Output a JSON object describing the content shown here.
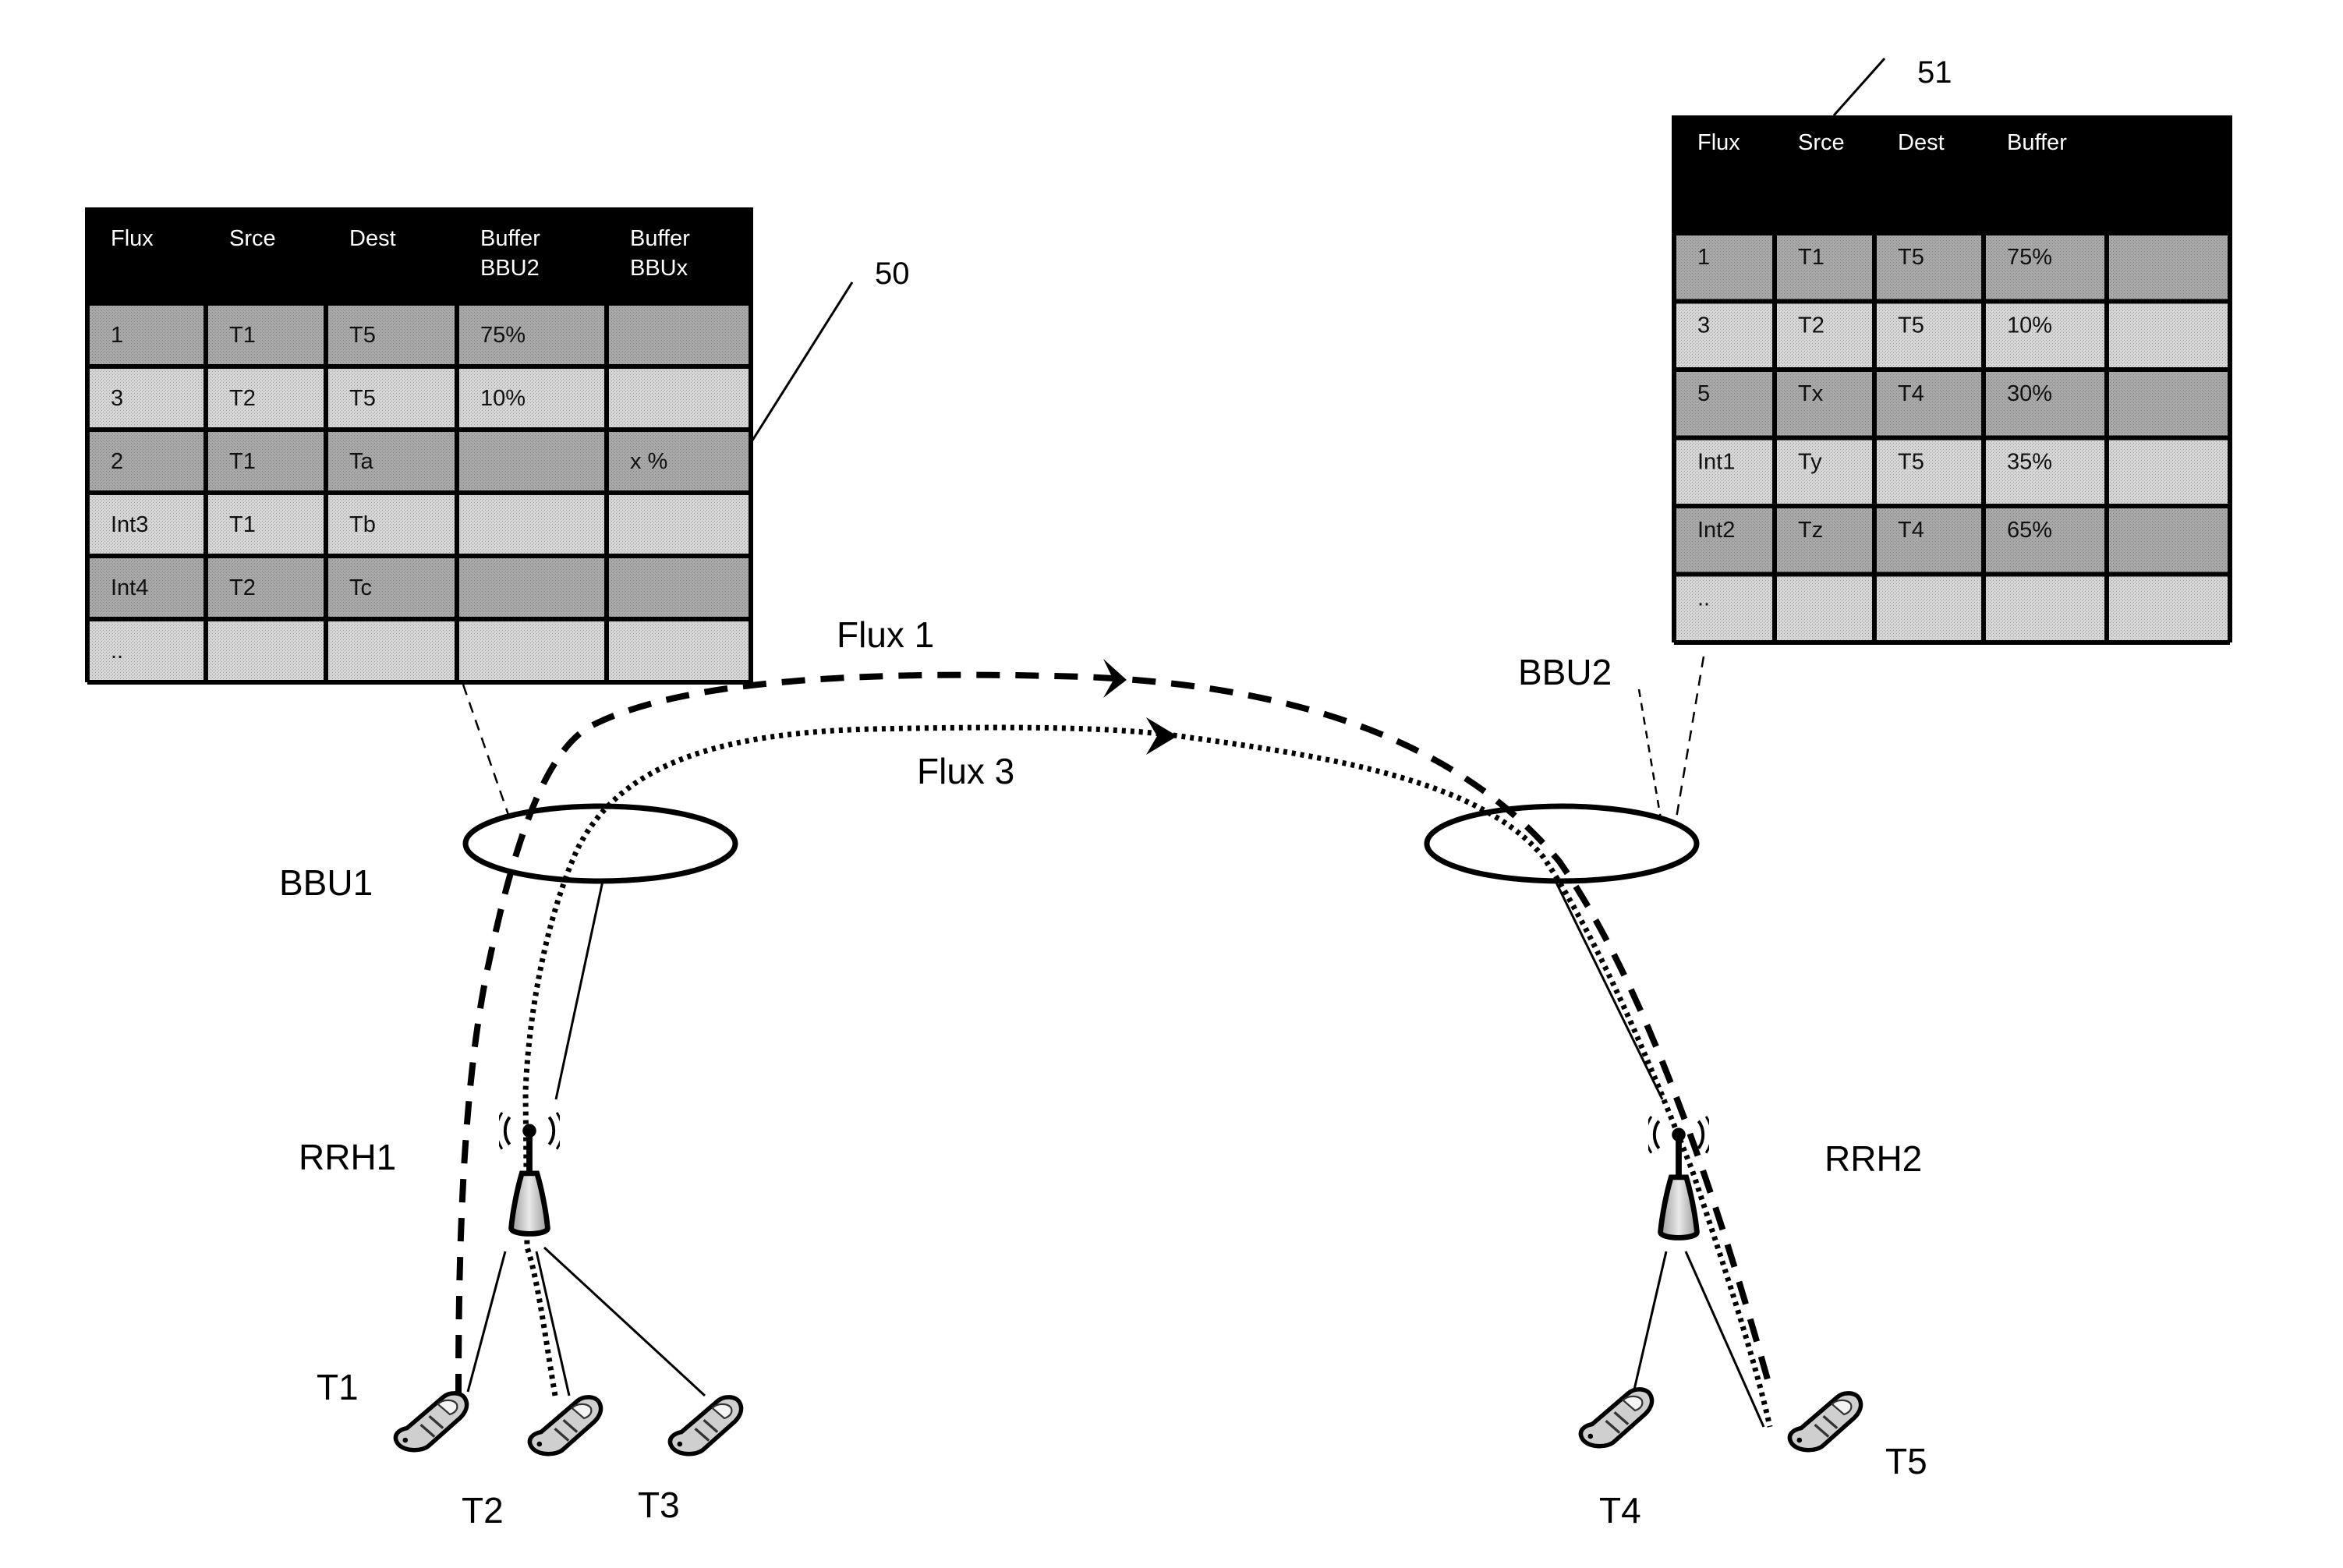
{
  "figure": {
    "nodes": {
      "bbu1": "BBU1",
      "bbu2": "BBU2",
      "rrh1": "RRH1",
      "rrh2": "RRH2",
      "terminals": [
        "T1",
        "T2",
        "T3",
        "T4",
        "T5"
      ]
    },
    "flows": {
      "flux1": "Flux 1",
      "flux3": "Flux 3"
    },
    "reference_numerals": {
      "table_bbu1": "50",
      "table_bbu2": "51"
    },
    "colors": {
      "header_bg": "#000000",
      "header_text": "#ffffff",
      "row_dark": "#a9a9a9",
      "row_light": "#d6d6d6",
      "line": "#000000"
    }
  },
  "table_bbu1": {
    "headers": [
      "Flux",
      "Srce",
      "Dest",
      "Buffer\nBBU2",
      "Buffer\nBBUx"
    ],
    "header_lines": [
      [
        "Flux"
      ],
      [
        "Srce"
      ],
      [
        "Dest"
      ],
      [
        "Buffer",
        "BBU2"
      ],
      [
        "Buffer",
        "BBUx"
      ]
    ],
    "rows": [
      [
        "1",
        "T1",
        "T5",
        "75%",
        ""
      ],
      [
        "3",
        "T2",
        "T5",
        "10%",
        ""
      ],
      [
        "2",
        "T1",
        "Ta",
        "",
        "x %"
      ],
      [
        "Int3",
        "T1",
        "Tb",
        "",
        ""
      ],
      [
        "Int4",
        "T2",
        "Tc",
        "",
        ""
      ],
      [
        "..",
        "",
        "",
        "",
        ""
      ]
    ],
    "row_shades": [
      "dark",
      "light",
      "dark",
      "light",
      "dark",
      "light"
    ]
  },
  "table_bbu2": {
    "headers": [
      "Flux",
      "Srce",
      "Dest",
      "Buffer",
      ""
    ],
    "header_lines": [
      [
        "Flux"
      ],
      [
        "Srce"
      ],
      [
        "Dest"
      ],
      [
        "Buffer"
      ],
      []
    ],
    "rows": [
      [
        "1",
        "T1",
        "T5",
        "75%",
        ""
      ],
      [
        "3",
        "T2",
        "T5",
        "10%",
        ""
      ],
      [
        "5",
        "Tx",
        "T4",
        "30%",
        ""
      ],
      [
        "Int1",
        "Ty",
        "T5",
        "35%",
        ""
      ],
      [
        "Int2",
        "Tz",
        "T4",
        "65%",
        ""
      ],
      [
        "..",
        "",
        "",
        "",
        ""
      ]
    ],
    "row_shades": [
      "dark",
      "light",
      "dark",
      "light",
      "dark",
      "light"
    ]
  }
}
